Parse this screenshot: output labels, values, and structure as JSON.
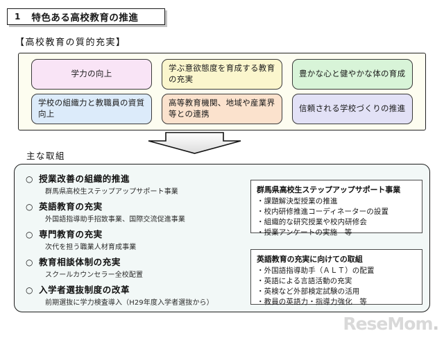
{
  "header": {
    "number": "1",
    "title": "特色ある高校教育の推進"
  },
  "quality_section": {
    "heading": "【高校教育の質的充実】",
    "pillars": [
      {
        "label": "学力の向上",
        "color": "#f9e4f6",
        "align": "center"
      },
      {
        "label": "学ぶ意欲態度を育成する教育の充実",
        "color": "#fbf6cd",
        "align": "left"
      },
      {
        "label": "豊かな心と健やかな体の育成",
        "color": "#d8f4d8",
        "align": "left"
      },
      {
        "label": "学校の組織力と教職員の資質向上",
        "color": "#dcebfa",
        "align": "left"
      },
      {
        "label": "高等教育機関、地域や産業界等との連携",
        "color": "#fbe2cd",
        "align": "left"
      },
      {
        "label": "信頼される学校づくりの推進",
        "color": "#e2e1f6",
        "align": "left"
      }
    ]
  },
  "arrow": {
    "icon": "down-arrow-icon",
    "direction": "down"
  },
  "main_efforts": {
    "label": "主な取組",
    "items": [
      {
        "bullet": "○",
        "title": "授業改善の組織的推進",
        "subtitle": "群馬県高校生ステップアップサポート事業"
      },
      {
        "bullet": "○",
        "title": "英語教育の充実",
        "subtitle": "外国語指導助手招致事業、国際交流促進事業"
      },
      {
        "bullet": "○",
        "title": "専門教育の充実",
        "subtitle": "次代を担う職業人材育成事業"
      },
      {
        "bullet": "○",
        "title": "教育相談体制の充実",
        "subtitle": "スクールカウンセラー全校配置"
      },
      {
        "bullet": "○",
        "title": "入学者選抜制度の改革",
        "subtitle": "前期選抜に学力検査導入（H29年度入学者選抜から）"
      }
    ],
    "detail_boxes": [
      {
        "title": "群馬県高校生ステップアップサポート事業",
        "lines": [
          "・課題解決型授業の推進",
          "・校内研修推進コーディネーターの設置",
          "・組織的な研究授業や校内研修会",
          "・授業アンケートの実施　等"
        ]
      },
      {
        "title": "英語教育の充実に向けての取組",
        "lines": [
          "・外国語指導助手（ＡＬＴ）の配置",
          "・英語による言語活動の充実",
          "・英検など外部検定試験の活用",
          "・教員の英語力・指導力強化　等"
        ]
      }
    ]
  },
  "watermark": {
    "text": "ReseMom",
    "suffix": "."
  }
}
